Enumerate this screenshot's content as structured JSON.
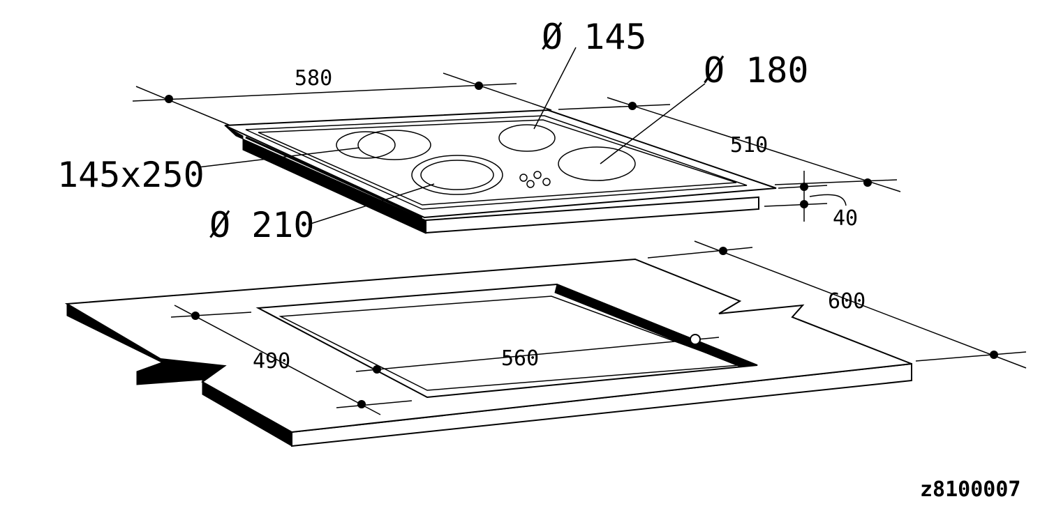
{
  "diagram": {
    "hob_labels": {
      "width": "580",
      "depth": "510",
      "height": "40",
      "zone_oval": "145x250",
      "zone_back": "Ø 145",
      "zone_right": "Ø 180",
      "zone_front": "Ø 210"
    },
    "worktop_labels": {
      "cutout_width": "560",
      "cutout_depth": "490",
      "worktop_depth": "600"
    },
    "drawing_code": "z8100007"
  }
}
